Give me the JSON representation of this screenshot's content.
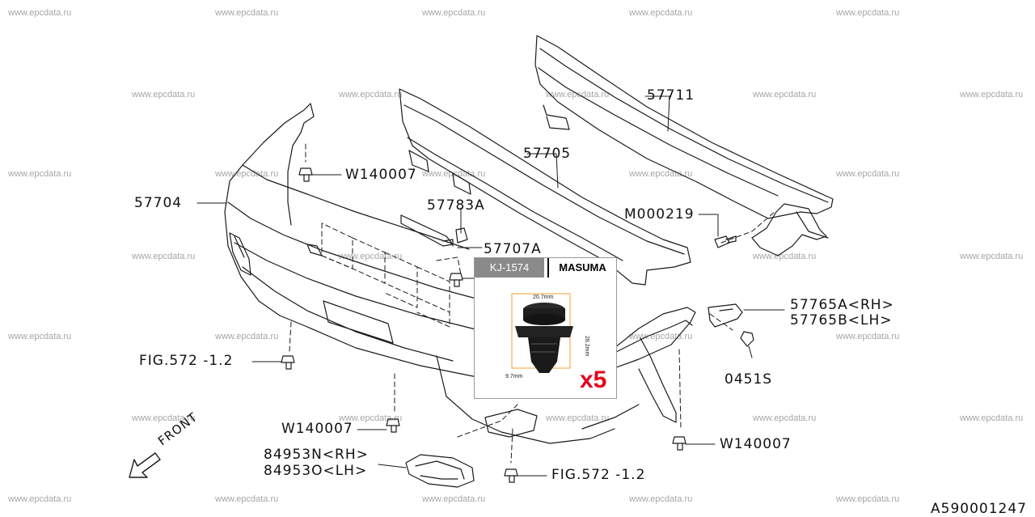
{
  "watermark_text": "www.epcdata.ru",
  "diagram_code": "A590001247",
  "front_label": "FRONT",
  "callouts": {
    "c57711": "57711",
    "c57705": "57705",
    "c57704": "57704",
    "c57783a": "57783A",
    "c57707a": "57707A",
    "cw140007_top": "W140007",
    "cm000219": "M000219",
    "c57765a": "57765A<RH>",
    "c57765b": "57765B<LH>",
    "c0451s": "0451S",
    "cfig572_left": "FIG.572 -1.2",
    "cw140007_bottom": "W140007",
    "c84953n": "84953N<RH>",
    "c84953o": "84953O<LH>",
    "cfig572_bottom": "FIG.572 -1.2",
    "cw140007_right": "W140007"
  },
  "product_card": {
    "code": "KJ-1574",
    "brand": "MASUMA",
    "multiplier": "x5",
    "dim_top": "20.7mm",
    "dim_side": "28.2mm",
    "dim_bottom": "9.7mm",
    "accent_color": "#e3001b",
    "dimension_color": "#f0a030"
  },
  "colors": {
    "line": "#1a1a1a",
    "watermark": "#a6a6a6"
  }
}
